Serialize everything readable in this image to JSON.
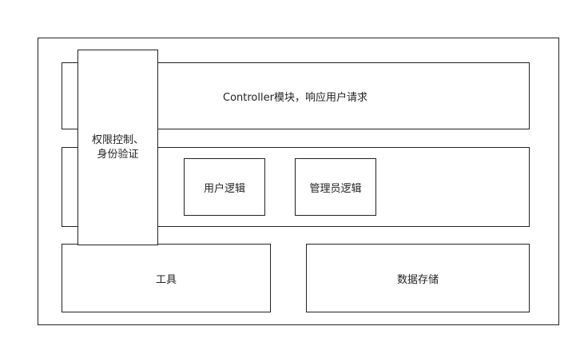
{
  "diagram": {
    "controller_module": "Controller模块，响应用户请求",
    "auth_box": "权限控制、\n身份验证",
    "user_logic": "用户逻辑",
    "admin_logic": "管理员逻辑",
    "tools": "工具",
    "data_storage": "数据存储",
    "colors": {
      "border": "#222222",
      "background": "#ffffff"
    }
  }
}
